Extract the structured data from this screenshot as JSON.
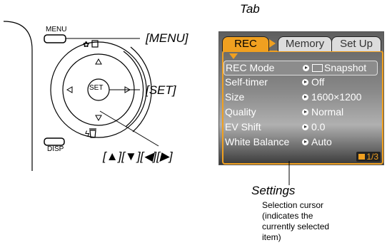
{
  "labels": {
    "menu": "[MENU]",
    "set": "[SET]",
    "arrows": "[▲][▼][◀][▶]",
    "tab": "Tab",
    "settings": "Settings"
  },
  "camera": {
    "menu_button": "MENU",
    "disp_button": "DISP",
    "set_button": "SET",
    "macro_playback_icons": "✿□",
    "flash_delete_icons": "ϟὝ1"
  },
  "screen": {
    "tabs": [
      "REC",
      "Memory",
      "Set Up"
    ],
    "rows": [
      {
        "label": "REC Mode",
        "value": "Snapshot"
      },
      {
        "label": "Self-timer",
        "value": "Off"
      },
      {
        "label": "Size",
        "value": "1600×1200"
      },
      {
        "label": "Quality",
        "value": "Normal"
      },
      {
        "label": "EV Shift",
        "value": "0.0"
      },
      {
        "label": "White Balance",
        "value": "Auto"
      }
    ],
    "page": "1/3"
  },
  "caption": {
    "line1": "Selection cursor",
    "line2": "(indicates the",
    "line3": "currently selected",
    "line4": "item)"
  },
  "colors": {
    "accent": "#f0a020"
  }
}
